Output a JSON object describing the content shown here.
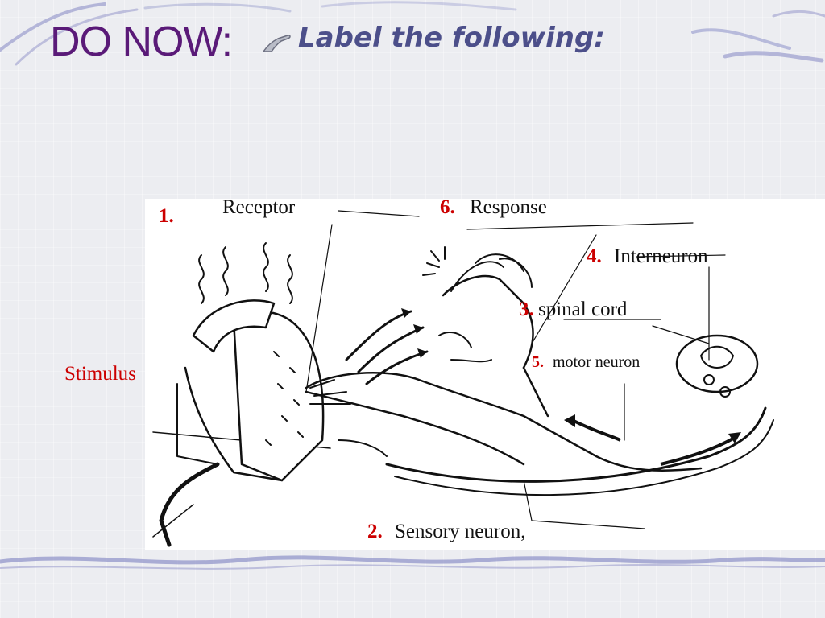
{
  "slide": {
    "title_main": "DO NOW:",
    "title_sub": "Label the following:"
  },
  "labels": {
    "n1": "1.",
    "receptor": "Receptor",
    "n6": "6.",
    "response": "Response",
    "n4": "4.",
    "interneuron": "Interneuron",
    "n3": "3.",
    "spinal_cord": "spinal cord",
    "n5": "5.",
    "motor_neuron": "motor neuron",
    "stimulus": "Stimulus",
    "n2": "2.",
    "sensory_neuron": "Sensory neuron,"
  },
  "icons": {
    "title_bullet": "pointing-finger-icon"
  },
  "colors": {
    "title_main": "#5a1a78",
    "title_sub": "#4c4f8a",
    "label_red": "#cc0000",
    "label_dark": "#111111",
    "swirl": "#8d90c8"
  }
}
